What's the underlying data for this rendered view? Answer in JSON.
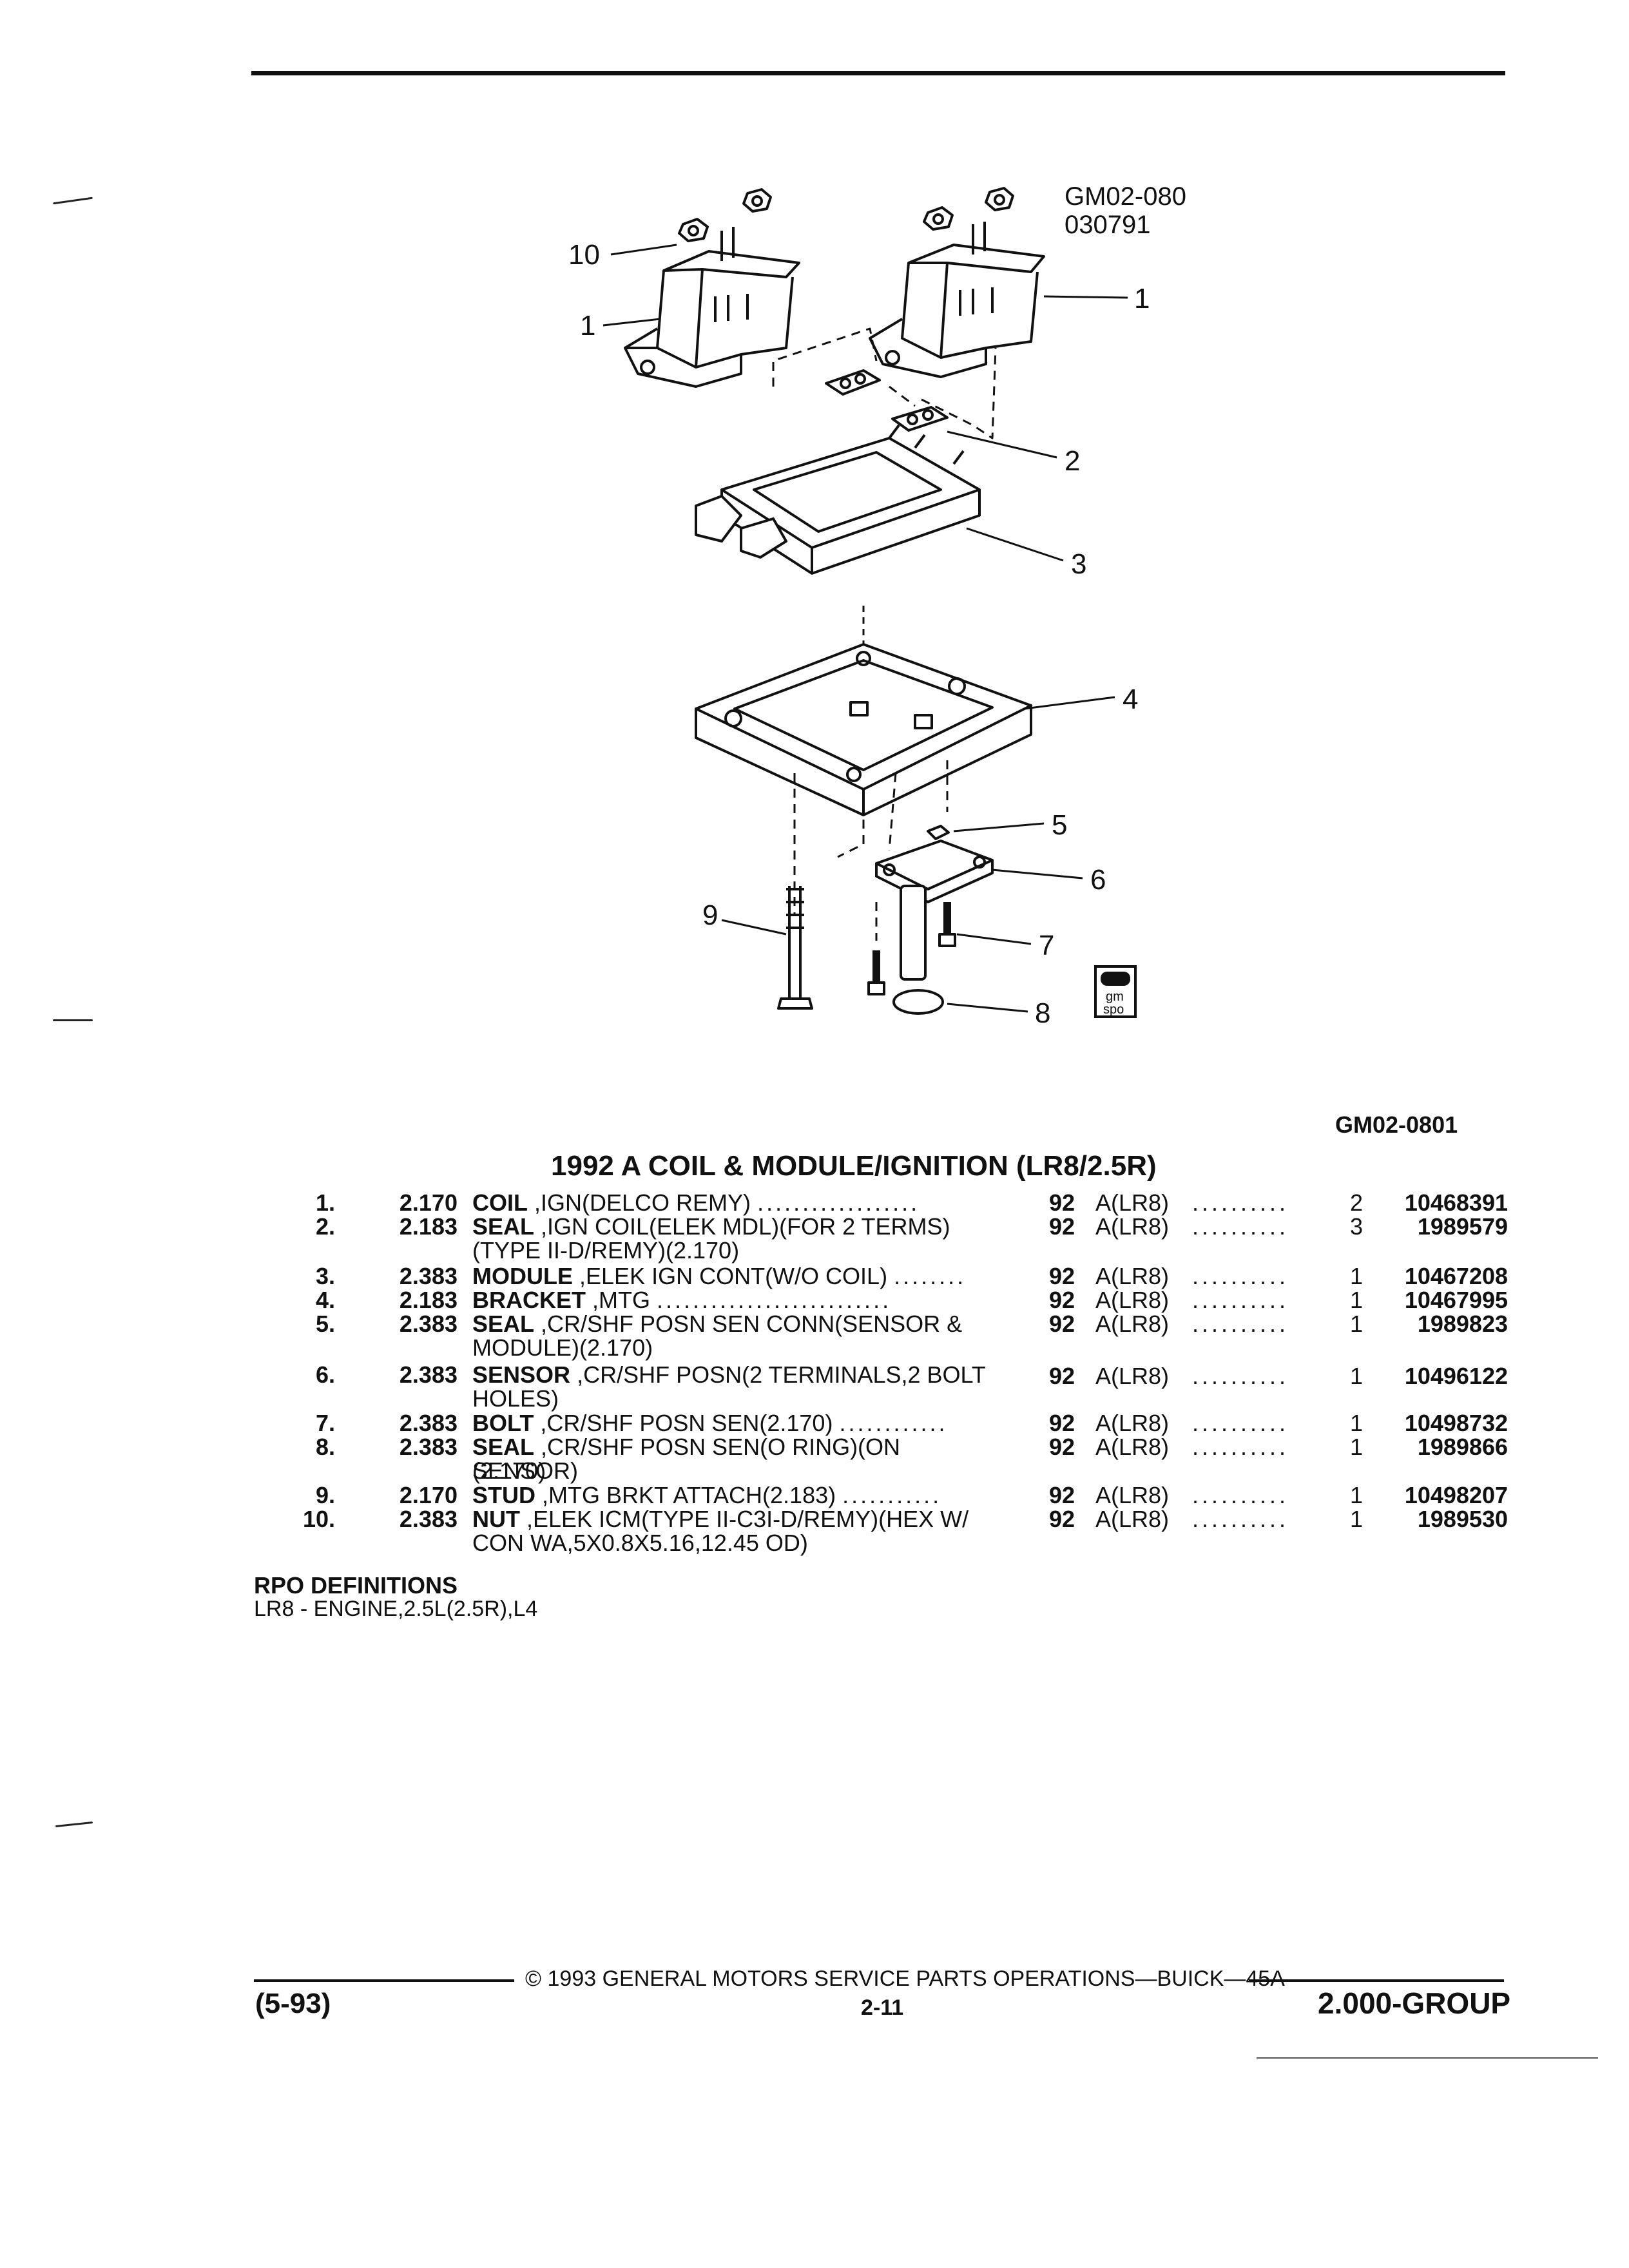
{
  "diagram": {
    "ref_line1": "GM02-080",
    "ref_line2": "030791",
    "callouts": [
      "10",
      "1",
      "1",
      "2",
      "3",
      "4",
      "5",
      "6",
      "7",
      "8",
      "9"
    ],
    "badge_line1": "gm",
    "badge_line2": "spo"
  },
  "page_ref": "GM02-0801",
  "title": "1992 A COIL & MODULE/IGNITION (LR8/2.5R)",
  "parts": [
    {
      "num": "1.",
      "group": "2.170",
      "name": "COIL",
      "desc1": ",IGN(DELCO REMY)",
      "desc2": "",
      "dots": "..................",
      "year": "92",
      "usage": "A(LR8)",
      "qty": "2",
      "part_no": "10468391"
    },
    {
      "num": "2.",
      "group": "2.183",
      "name": "SEAL",
      "desc1": ",IGN COIL(ELEK MDL)(FOR 2 TERMS)",
      "desc2": "(TYPE II-D/REMY)(2.170)",
      "dots": "",
      "year": "92",
      "usage": "A(LR8)",
      "qty": "3",
      "part_no": "1989579"
    },
    {
      "num": "3.",
      "group": "2.383",
      "name": "MODULE",
      "desc1": ",ELEK IGN CONT(W/O COIL)",
      "desc2": "",
      "dots": "........",
      "year": "92",
      "usage": "A(LR8)",
      "qty": "1",
      "part_no": "10467208"
    },
    {
      "num": "4.",
      "group": "2.183",
      "name": "BRACKET",
      "desc1": ",MTG",
      "desc2": "",
      "dots": "..........................",
      "year": "92",
      "usage": "A(LR8)",
      "qty": "1",
      "part_no": "10467995"
    },
    {
      "num": "5.",
      "group": "2.383",
      "name": "SEAL",
      "desc1": ",CR/SHF POSN SEN CONN(SENSOR &",
      "desc2": "MODULE)(2.170)",
      "dots": "",
      "year": "92",
      "usage": "A(LR8)",
      "qty": "1",
      "part_no": "1989823"
    },
    {
      "num": "6.",
      "group": "2.383",
      "name": "SENSOR",
      "desc1": ",CR/SHF POSN(2 TERMINALS,2 BOLT",
      "desc2": "HOLES)",
      "dots": "",
      "year": "92",
      "usage": "A(LR8)",
      "qty": "1",
      "part_no": "10496122"
    },
    {
      "num": "7.",
      "group": "2.383",
      "name": "BOLT",
      "desc1": ",CR/SHF POSN SEN(2.170)",
      "desc2": "",
      "dots": "............",
      "year": "92",
      "usage": "A(LR8)",
      "qty": "1",
      "part_no": "10498732"
    },
    {
      "num": "8.",
      "group": "2.383",
      "name": "SEAL",
      "desc1": ",CR/SHF POSN SEN(O RING)(ON SENSOR)",
      "desc2": "(2.170)",
      "dots": "",
      "year": "92",
      "usage": "A(LR8)",
      "qty": "1",
      "part_no": "1989866"
    },
    {
      "num": "9.",
      "group": "2.170",
      "name": "STUD",
      "desc1": ",MTG BRKT ATTACH(2.183)",
      "desc2": "",
      "dots": "...........",
      "year": "92",
      "usage": "A(LR8)",
      "qty": "1",
      "part_no": "10498207"
    },
    {
      "num": "10.",
      "group": "2.383",
      "name": "NUT",
      "desc1": ",ELEK ICM(TYPE II-C3I-D/REMY)(HEX W/",
      "desc2": "CON WA,5X0.8X5.16,12.45 OD)",
      "dots": "",
      "year": "92",
      "usage": "A(LR8)",
      "qty": "1",
      "part_no": "1989530"
    }
  ],
  "usage_dots": "..........",
  "rpo": {
    "heading": "RPO DEFINITIONS",
    "definition": "LR8 - ENGINE,2.5L(2.5R),L4"
  },
  "footer": {
    "copyright": "© 1993  GENERAL MOTORS SERVICE PARTS OPERATIONS—BUICK—45A",
    "date_code": "(5-93)",
    "page": "2-11",
    "group": "2.000-GROUP"
  }
}
